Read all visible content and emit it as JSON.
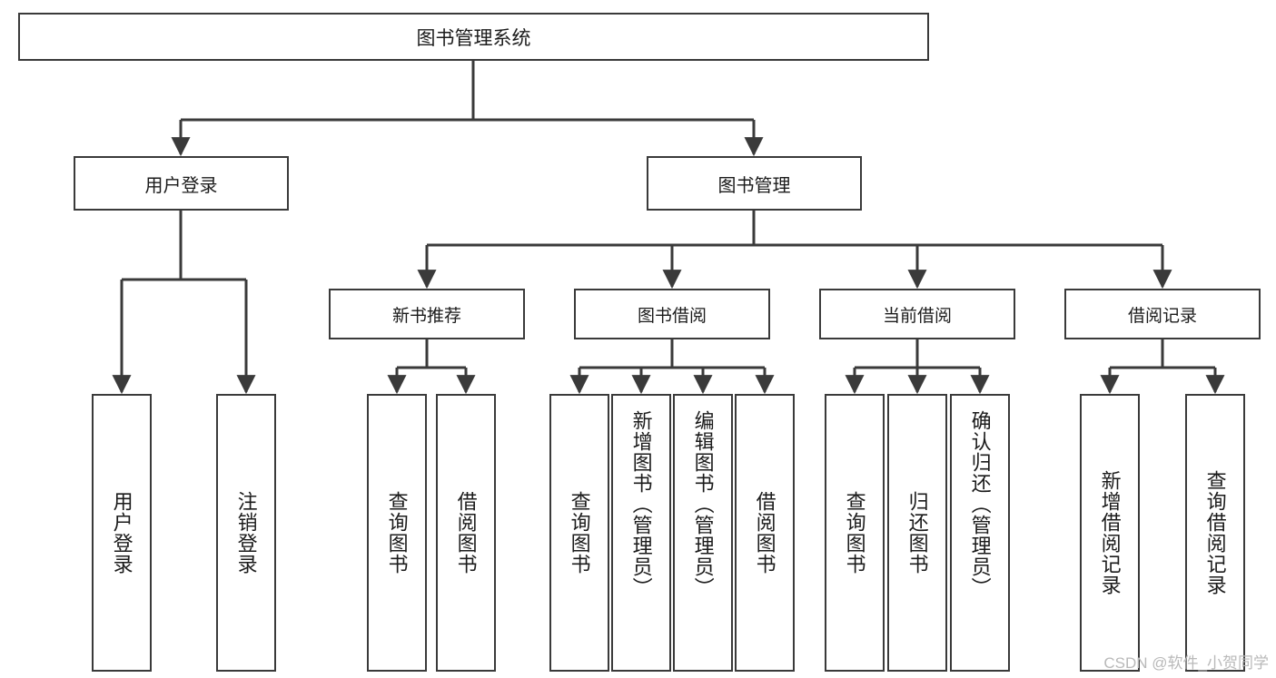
{
  "diagram": {
    "title": "图书管理系统",
    "type": "tree-hierarchy-chart",
    "line_color": "#3a3a3a",
    "text_color": "#1b1b1b",
    "background": "#ffffff",
    "root": {
      "label": "图书管理系统"
    },
    "level2": [
      {
        "label": "用户登录"
      },
      {
        "label": "图书管理"
      }
    ],
    "level3": [
      {
        "label": "新书推荐"
      },
      {
        "label": "图书借阅"
      },
      {
        "label": "当前借阅"
      },
      {
        "label": "借阅记录"
      }
    ],
    "leaves": {
      "user_login": [
        {
          "label": "用户登录"
        },
        {
          "label": "注销登录"
        }
      ],
      "new_book_recommend": [
        {
          "label": "查询图书"
        },
        {
          "label": "借阅图书"
        }
      ],
      "book_borrow": [
        {
          "label": "查询图书"
        },
        {
          "label": "新增图书（管理员）"
        },
        {
          "label": "编辑图书（管理员）"
        },
        {
          "label": "借阅图书"
        }
      ],
      "current_borrow": [
        {
          "label": "查询图书"
        },
        {
          "label": "归还图书"
        },
        {
          "label": "确认归还（管理员）"
        }
      ],
      "borrow_record": [
        {
          "label": "新增借阅记录"
        },
        {
          "label": "查询借阅记录"
        }
      ]
    }
  },
  "watermark": {
    "text": "CSDN @软件_小贺同学",
    "color": "#b9b9b9"
  }
}
